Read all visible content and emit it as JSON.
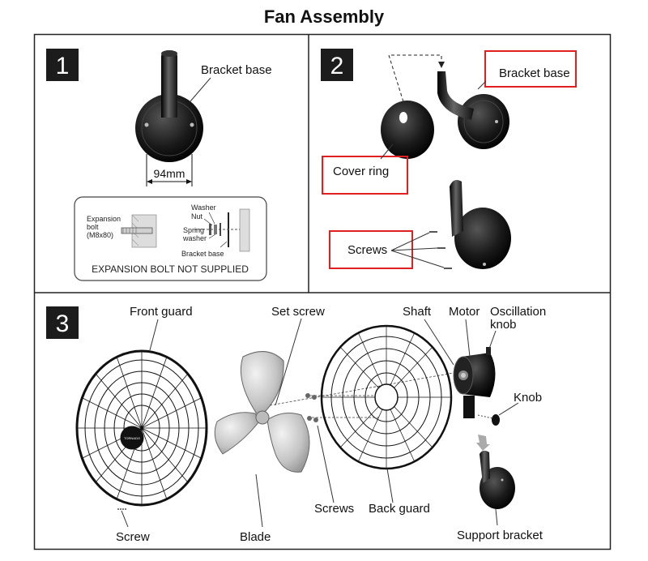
{
  "title": "Fan Assembly",
  "step1": {
    "number": "1",
    "bracket_base": "Bracket base",
    "dimension": "94mm",
    "detail": {
      "expansion_bolt": [
        "Expansion",
        "bolt",
        "(M8x80)"
      ],
      "washer": "Washer",
      "nut": "Nut",
      "spring_washer": [
        "Spring",
        "washer"
      ],
      "bracket_base": "Bracket base",
      "note": "EXPANSION BOLT NOT SUPPLIED"
    }
  },
  "step2": {
    "number": "2",
    "bracket_base": "Bracket base",
    "cover_ring": "Cover ring",
    "screws": "Screws",
    "highlight_color": "#e02020"
  },
  "step3": {
    "number": "3",
    "front_guard": "Front guard",
    "set_screw": "Set screw",
    "shaft": "Shaft",
    "motor": "Motor",
    "oscillation_knob": [
      "Oscillation",
      "knob"
    ],
    "knob": "Knob",
    "screw": "Screw",
    "blade": "Blade",
    "screws": "Screws",
    "back_guard": "Back guard",
    "support_bracket": "Support bracket",
    "badge_text": "TORNADO"
  }
}
